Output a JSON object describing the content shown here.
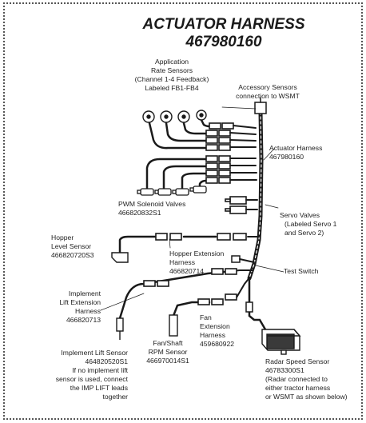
{
  "title": {
    "line1": "ACTUATOR HARNESS",
    "line2": "467980160"
  },
  "labels": {
    "app_rate": [
      "Application",
      "Rate Sensors",
      "(Channel 1-4 Feedback)",
      "Labeled FB1-FB4"
    ],
    "accessory": [
      "Accessory Sensors",
      "connection to WSMT"
    ],
    "actuator": [
      "Actuator Harness",
      "467980160"
    ],
    "pwm": [
      "PWM Solenoid Valves",
      "466820832S1"
    ],
    "servo": [
      "Servo Valves",
      "(Labeled Servo 1",
      "and Servo 2)"
    ],
    "hopper_level": [
      "Hopper",
      "Level Sensor",
      "466820720S3"
    ],
    "hopper_ext": [
      "Hopper Extension",
      "Harness",
      "466820714"
    ],
    "test_switch": [
      "Test Switch"
    ],
    "impl_lift_ext": [
      "Implement",
      "Lift Extension",
      "Harness",
      "466820713"
    ],
    "fan_ext": [
      "Fan",
      "Extension",
      "Harness",
      "459680922"
    ],
    "fan_shaft": [
      "Fan/Shaft",
      "RPM Sensor",
      "466970014S1"
    ],
    "impl_lift_sensor": [
      "Implement Lift Sensor",
      "464820520S1",
      "If no implement lift",
      "sensor is used, connect",
      "the IMP LIFT leads",
      "together"
    ],
    "radar": [
      "Radar Speed Sensor",
      "46783300S1",
      "(Radar connected to",
      "either tractor harness",
      "or WSMT as shown below)"
    ]
  }
}
